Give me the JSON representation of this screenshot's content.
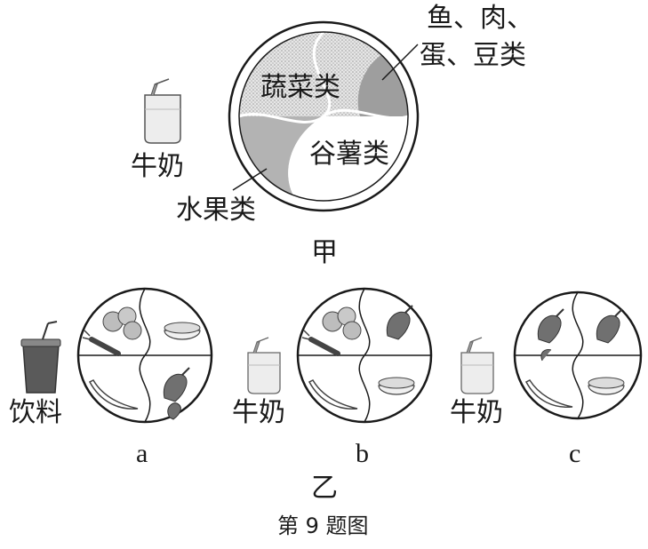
{
  "figure_a": {
    "caption": "甲",
    "sections": {
      "vegetables": "蔬菜类",
      "grains": "谷薯类",
      "fruits": "水果类",
      "protein_line1": "鱼、肉、",
      "protein_line2": "蛋、豆类"
    },
    "side_item": "牛奶"
  },
  "figure_b": {
    "caption": "乙",
    "plates": [
      {
        "letter": "a",
        "drink": "饮料"
      },
      {
        "letter": "b",
        "drink": "牛奶"
      },
      {
        "letter": "c",
        "drink": "牛奶"
      }
    ]
  },
  "figure_title": "第 9 题图",
  "colors": {
    "ink": "#1a1a1a",
    "vegetable_fill": "#d9d9d9",
    "grain_fill": "#ffffff",
    "protein_fill": "#a6a6a6",
    "fruit_fill": "#bfbfbf",
    "drink_fill": "#555555"
  }
}
